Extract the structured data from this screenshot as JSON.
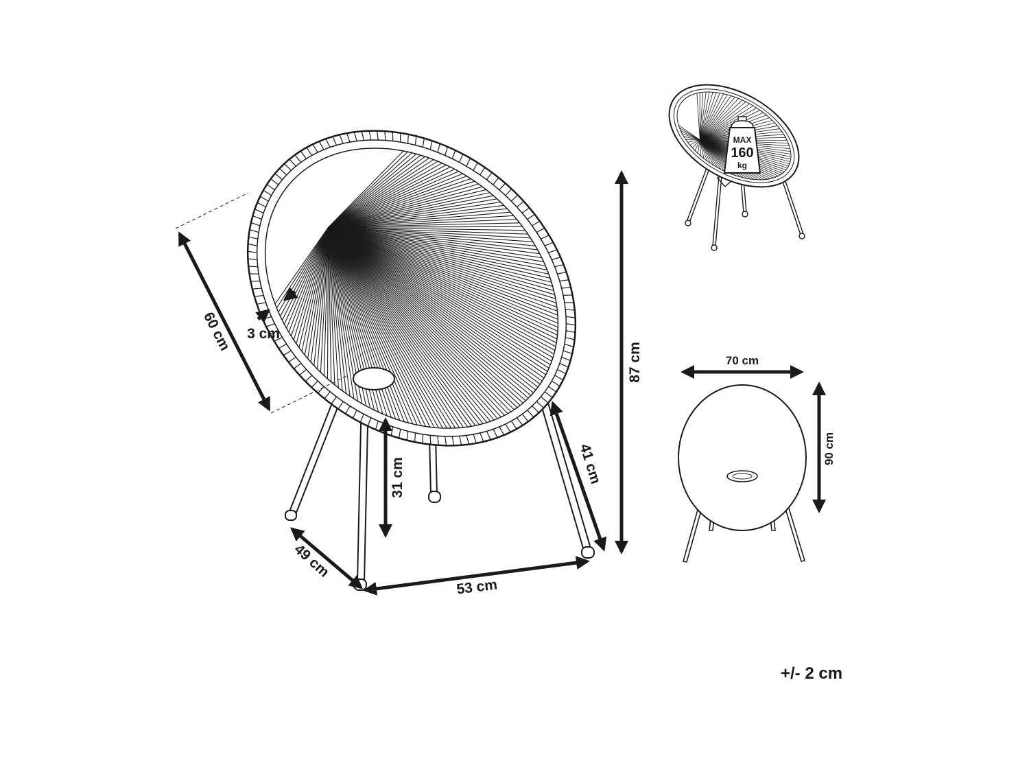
{
  "dimensions": {
    "depth": "60 cm",
    "frame": "3 cm",
    "height": "87 cm",
    "seat_height": "31 cm",
    "leg_length": "41 cm",
    "leg_span_side": "49 cm",
    "leg_span_front": "53 cm",
    "width": "70 cm",
    "back_height": "90 cm"
  },
  "capacity": {
    "max": "MAX",
    "value": "160",
    "unit": "kg"
  },
  "tolerance": "+/- 2 cm",
  "colors": {
    "line": "#1a1a1a",
    "background": "#ffffff"
  }
}
